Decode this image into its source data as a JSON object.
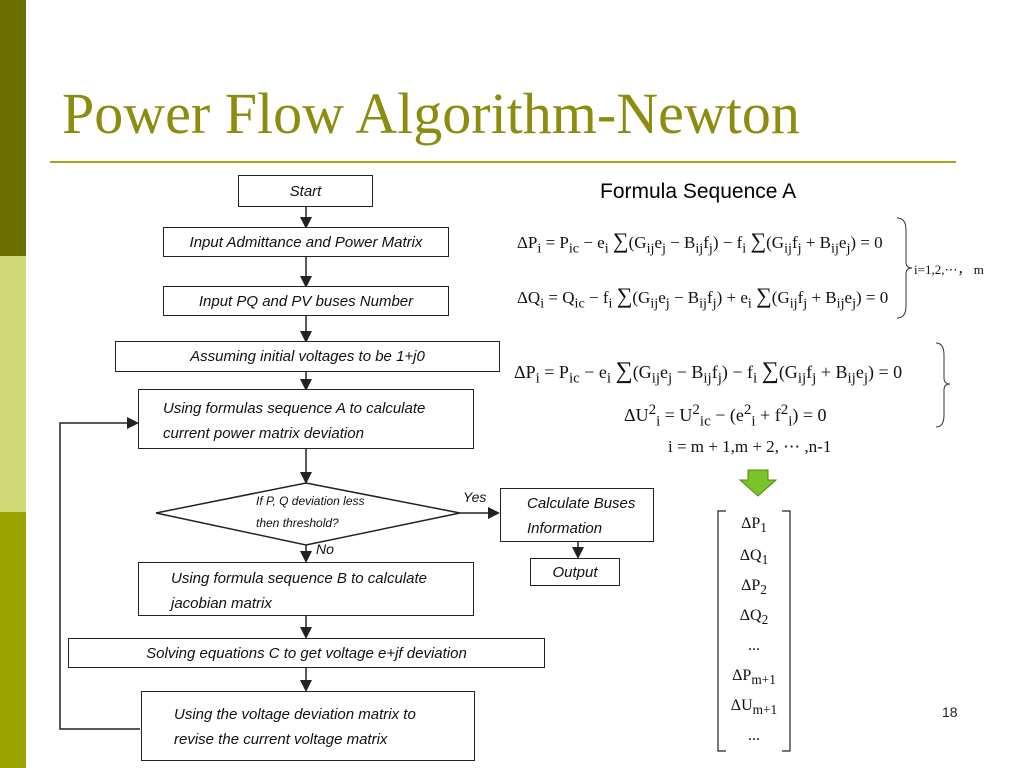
{
  "slide": {
    "title": "Power Flow Algorithm-Newton",
    "page_number": "18"
  },
  "flowchart": {
    "start": "Start",
    "step1": "Input Admittance and Power Matrix",
    "step2": "Input PQ and PV buses Number",
    "step3": "Assuming initial voltages to be 1+j0",
    "step4_line1": "Using formulas sequence A to calculate",
    "step4_line2": "current power matrix deviation",
    "decision_line1": "If P, Q deviation less",
    "decision_line2": "then threshold?",
    "yes_label": "Yes",
    "no_label": "No",
    "calc_line1": "Calculate Buses",
    "calc_line2": "Information",
    "output": "Output",
    "step5_line1": "Using formula sequence B to calculate",
    "step5_line2": "jacobian matrix",
    "step6": "Solving equations C to get voltage e+jf deviation",
    "step7_line1": "Using the voltage deviation matrix to",
    "step7_line2": "revise the current voltage matrix"
  },
  "formulas": {
    "heading": "Formula Sequence A",
    "eq1_lhs": "ΔP",
    "eq1_rhs": "= P",
    "eq_zero": "= 0",
    "range_a": "i=1,2,⋯， m",
    "range_b": "i = m + 1,m + 2, ⋯ ,n-1",
    "eq4": "ΔU",
    "eq4_rest": "= U",
    "eq4_tail": "− (e",
    "eq4_end": "+ f",
    "eq4_zero": ") = 0"
  },
  "matrix": {
    "items": [
      "ΔP",
      "ΔQ",
      "ΔP",
      "ΔQ",
      "...",
      "ΔP",
      "ΔU",
      "..."
    ],
    "subs": [
      "1",
      "1",
      "2",
      "2",
      "",
      "m+1",
      "m+1",
      ""
    ]
  },
  "colors": {
    "title": "#8c8c0e",
    "arrow_green": "#7cc22b"
  }
}
